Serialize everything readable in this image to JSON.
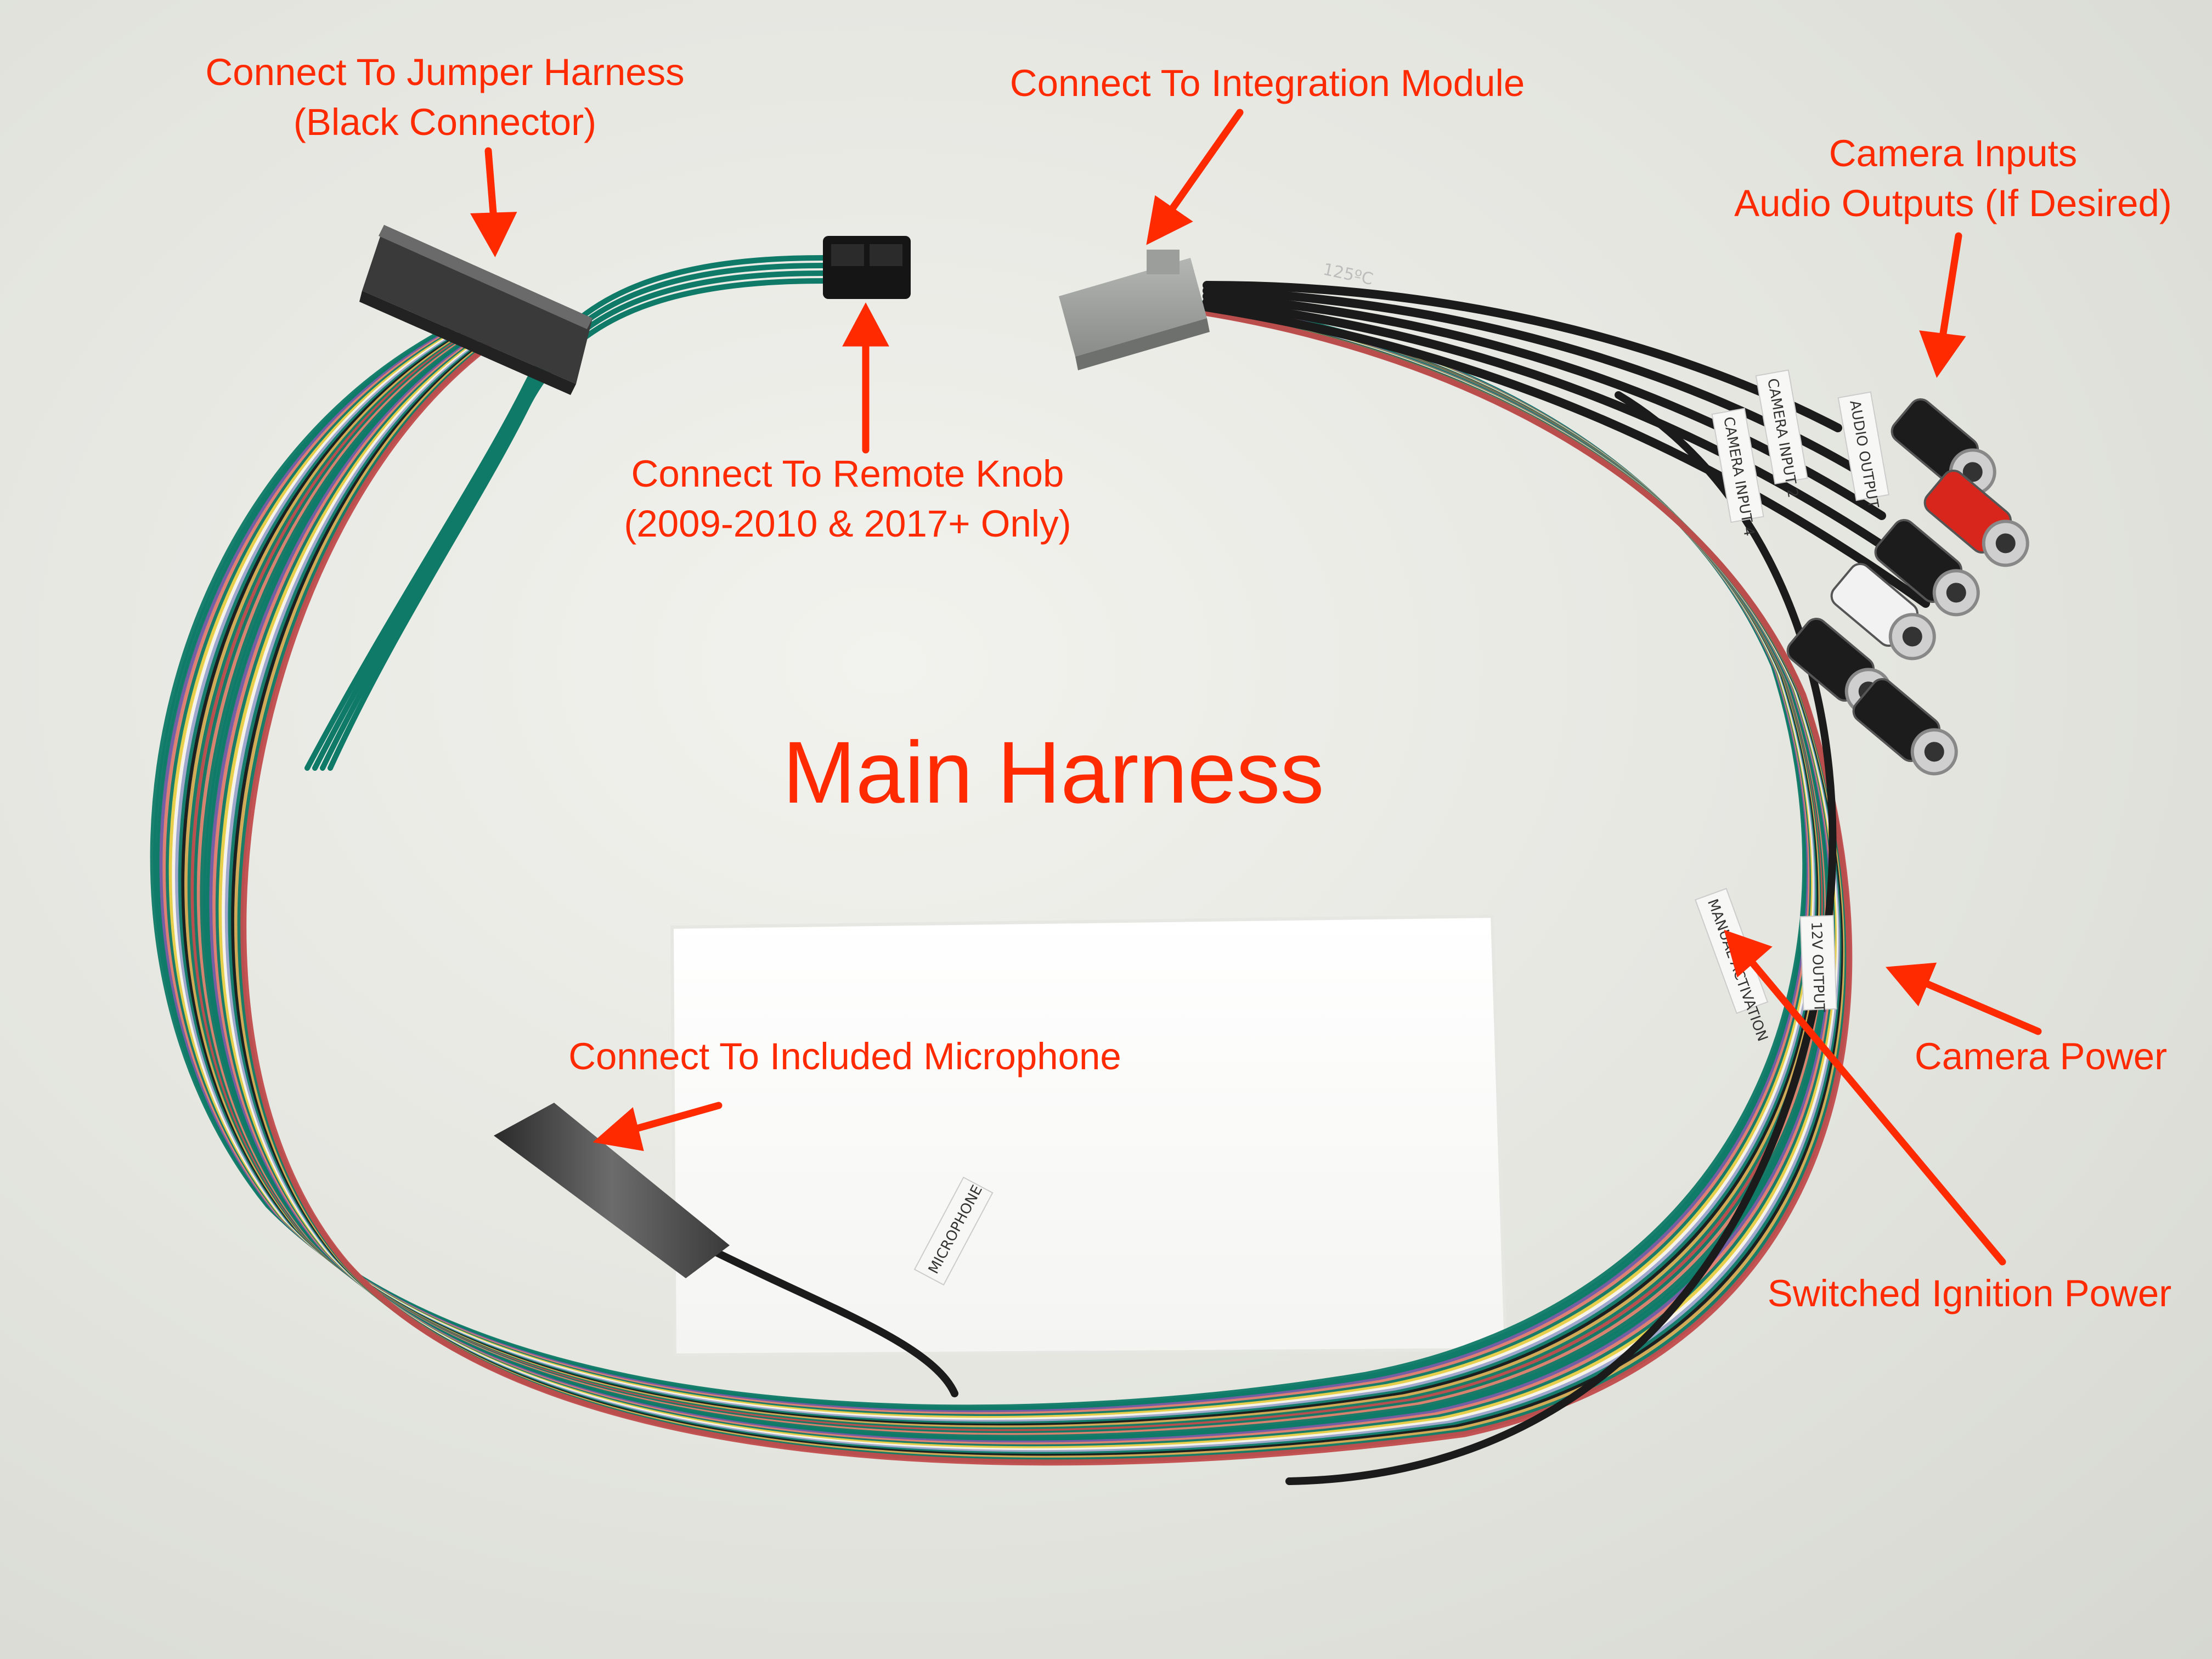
{
  "image": {
    "title": "Main Harness",
    "accent_color": "#ff2a00",
    "wire_colors": [
      "#0f7a67",
      "#1b1b1b",
      "#7a5ca6",
      "#e3836f",
      "#f0d34a",
      "#f4f4f2",
      "#9aa3c9",
      "#d9b15a",
      "#c24c4c"
    ]
  },
  "labels": {
    "jumper": {
      "line1": "Connect To Jumper Harness",
      "line2": "(Black Connector)"
    },
    "module": {
      "line1": "Connect To Integration Module"
    },
    "camera_inputs": {
      "line1": "Camera Inputs",
      "line2": "Audio Outputs (If Desired)"
    },
    "remote": {
      "line1": "Connect To Remote Knob",
      "line2": "(2009-2010 & 2017+ Only)"
    },
    "microphone": {
      "line1": "Connect To Included Microphone"
    },
    "camera_power": {
      "line1": "Camera Power"
    },
    "ignition": {
      "line1": "Switched Ignition Power"
    }
  },
  "wire_tags": {
    "microphone": "MICROPHONE",
    "manual_activation": "MANUAL ACTIVATION",
    "camera_power": "12V OUTPUT",
    "camera_input_1": "CAMERA INPUT 2",
    "camera_input_2": "CAMERA INPUT 4",
    "audio_output": "AUDIO OUTPUT",
    "wire_marking": "125ºC"
  }
}
